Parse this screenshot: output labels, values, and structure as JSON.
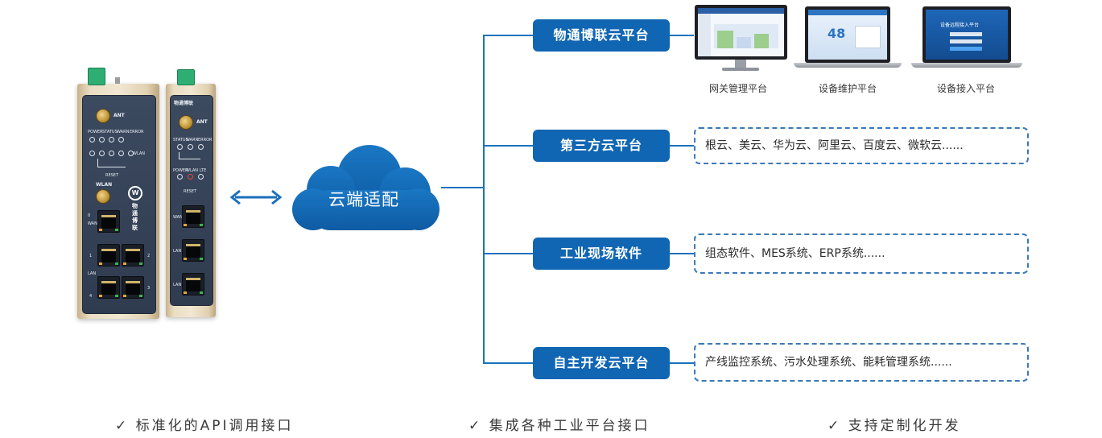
{
  "center": {
    "label": "云端适配"
  },
  "device_small": {
    "brand_text": "物通博联",
    "ant": "ANT",
    "status_labels": [
      "STATUS",
      "WARN",
      "ERROR"
    ],
    "power_labels": [
      "POWER",
      "WLAN",
      "LTE"
    ],
    "reset": "RESET",
    "ports": [
      "WAN",
      "LAN 1",
      "LAN 2"
    ]
  },
  "device_large": {
    "ant": "ANT",
    "led_labels": [
      "POWER",
      "STATUS",
      "WARN",
      "ERROR"
    ],
    "wlan_tag": "WLAN",
    "reset": "RESET",
    "wlan_label": "WLAN",
    "brand_vertical": "物通博联",
    "brand_logo": "W",
    "wan_label": "WAN",
    "lan_label": "LAN",
    "port_nums": [
      "0",
      "1",
      "2",
      "3",
      "4"
    ]
  },
  "platforms": [
    {
      "label": "物通博联云平台"
    },
    {
      "label": "第三方云平台"
    },
    {
      "label": "工业现场软件"
    },
    {
      "label": "自主开发云平台"
    }
  ],
  "monitors": [
    {
      "label": "网关管理平台"
    },
    {
      "label": "设备维护平台"
    },
    {
      "label": "设备接入平台"
    }
  ],
  "monitor_screens": {
    "maint_number": "48",
    "access_title": "设备远程接入平台"
  },
  "details": [
    {
      "text": "根云、美云、华为云、阿里云、百度云、微软云......"
    },
    {
      "text": "组态软件、MES系统、ERP系统......"
    },
    {
      "text": "产线监控系统、污水处理系统、能耗管理系统......"
    }
  ],
  "features": [
    {
      "check": "✓",
      "text": "标准化的API调用接口"
    },
    {
      "check": "✓",
      "text": "集成各种工业平台接口"
    },
    {
      "check": "✓",
      "text": "支持定制化开发"
    }
  ],
  "colors": {
    "platform_blue": "#1166b3",
    "cloud_blue": "#1266b1",
    "dash_border": "#3b79b9",
    "device_panel": "#34425a",
    "device_body": "#e9dcc2"
  }
}
